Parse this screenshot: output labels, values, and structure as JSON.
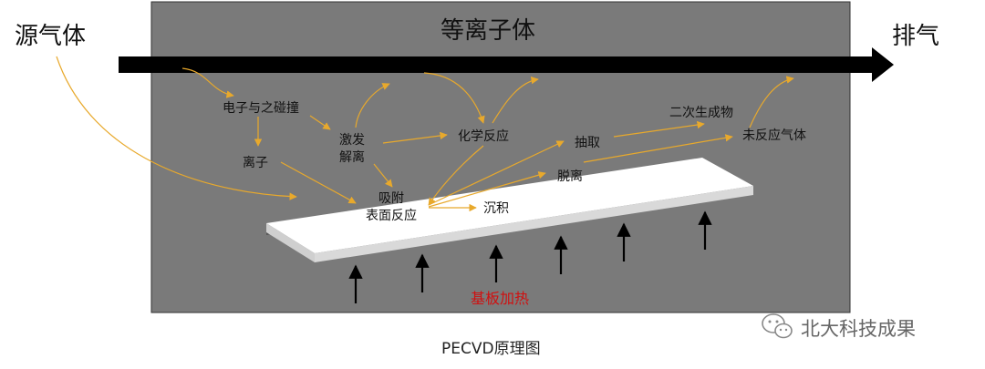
{
  "labels": {
    "source_gas": "源气体",
    "plasma": "等离子体",
    "exhaust": "排气",
    "collision": "电子与之碰撞",
    "ion": "离子",
    "excite": "激发",
    "dissociate": "解离",
    "chem_reaction": "化学反应",
    "extract": "抽取",
    "secondary": "二次生成物",
    "unreacted": "未反应气体",
    "desorb": "脱离",
    "adsorb": "吸附",
    "surface_reaction": "表面反应",
    "deposit": "沉积",
    "heating": "基板加热"
  },
  "caption": "PECVD原理图",
  "watermark": "北大科技成果",
  "colors": {
    "chamber": "#7a7a7a",
    "flow_arrow": "#000000",
    "process_arrow": "#e8a92c",
    "substrate": "#ffffff",
    "heating_text": "#d01010"
  }
}
